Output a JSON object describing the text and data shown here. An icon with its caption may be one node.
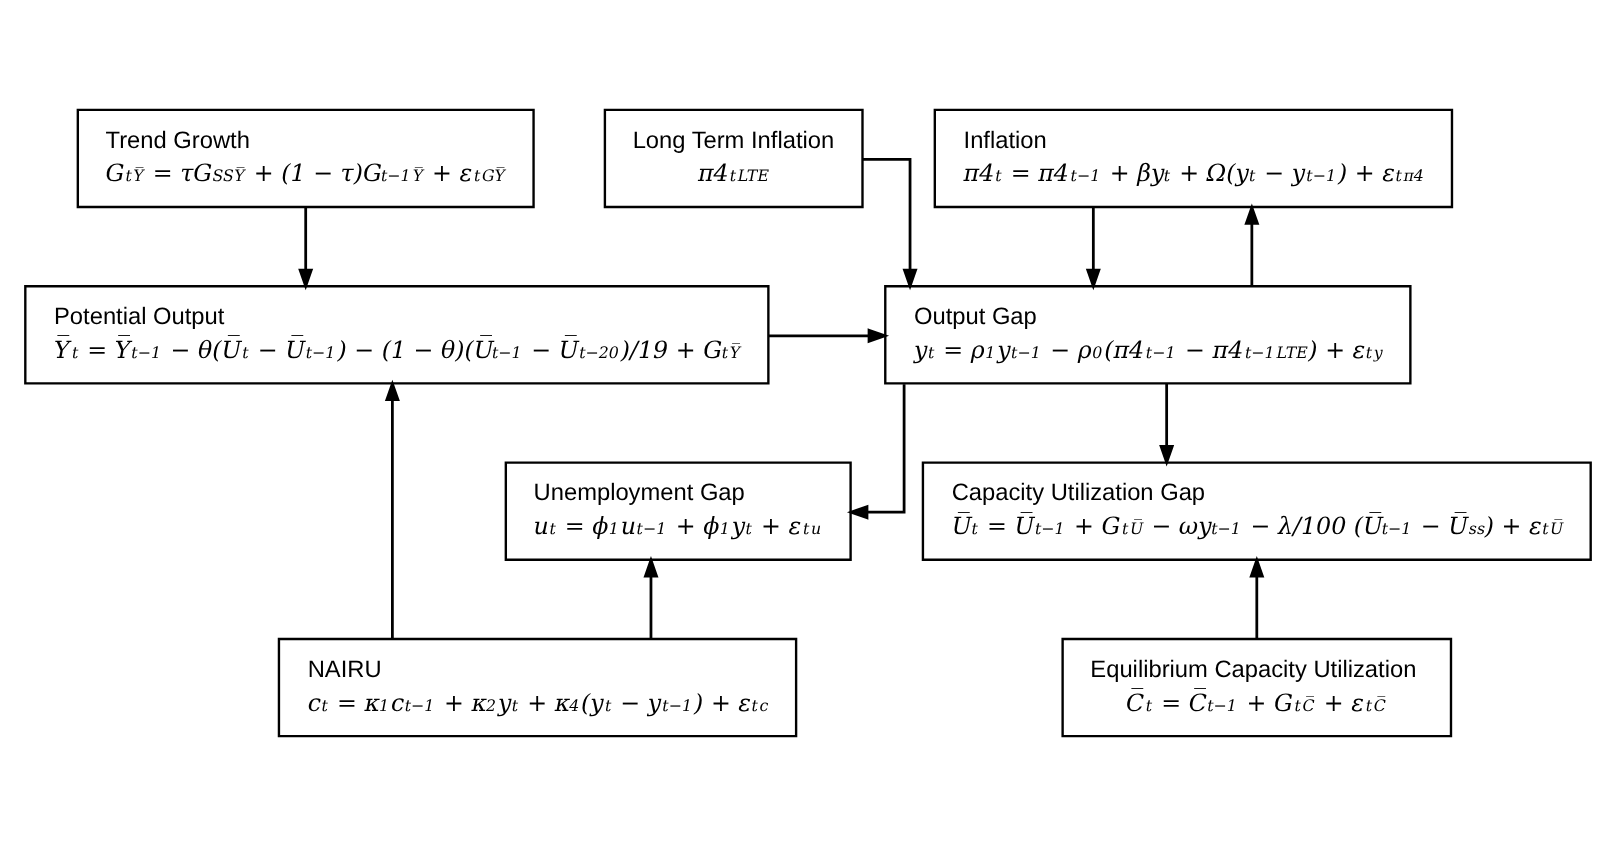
{
  "diagram": {
    "nodes": [
      {
        "text": [
          "Trend Growth",
          "G$_{t}$$^{Y̅}$ = τG$_{SS}$$^{Y̅}$ + (1 − τ)G$_{t−1}$$^{Y̅}$ + ε$_{t}$$^{GY̅}$"
        ]
      },
      {
        "text": [
          "Long Term Inflation",
          "π4$_{t}$$^{LTE}$"
        ]
      },
      {
        "text": [
          "Inflation",
          "π4$_{t}$ = π4$_{t−1}$ + βy$_{t}$ + Ω(y$_{t}$ − y$_{t−1}$) + ε$_{t}$$^{π4}$"
        ]
      },
      {
        "text": [
          "Potential Output",
          "Y̅$_{t}$ = Y̅$_{t−1}$ − θ(U̅$_{t}$ − U̅$_{t−1}$) − (1 − θ)(U̅$_{t−1}$ − U̅$_{t−20}$)/19 + G$_{t}$$^{Y̅}$"
        ]
      },
      {
        "text": [
          "Output Gap",
          "y$_{t}$ = ρ$_{1}$y$_{t−1}$ − ρ$_{0}$(π4$_{t−1}$ − π4$_{t−1}$$^{LTE}$) + ε$_{t}$$^{y}$"
        ]
      },
      {
        "text": [
          "Capacity Utilization Gap",
          "U̅$_{t}$ = U̅$_{t−1}$ + G$_{t}$$^{U̅}$ − ωy$_{t−1}$ − λ/100 (U̅$_{t−1}$ − U̅$^{ss}$) + ε$_{t}$$^{U̅}$"
        ]
      },
      {
        "text": [
          "Unemployment Gap",
          "u$_{t}$ = ϕ$_{1}$u$_{t−1}$ + ϕ$_{1}$y$_{t}$ + ε$_{t}$$^{u}$"
        ]
      },
      {
        "text": [
          "Equilibrium Capacity Utilization",
          "C̅$_{t}$ = C̅$_{t−1}$ + G$_{t}$$^{C̅}$ + ε$_{t}$$^{C̅}$"
        ]
      },
      {
        "text": [
          "NAIRU",
          "c$_{t}$ = κ$_{1}$c$_{t−1}$ + κ$_{2}$y$_{t}$ + κ$_{4}$(y$_{t}$ − y$_{t−1}$) + ε$_{t}$$^{c}$"
        ]
      }
    ],
    "edges": [
      {
        "from": 0,
        "to": 3,
        "arrow": "to"
      },
      {
        "from": 1,
        "to": 4,
        "arrow": "to"
      },
      {
        "from": 2,
        "to": 4,
        "arrow": "to"
      },
      {
        "from": 3,
        "to": 4,
        "arrow": "to"
      },
      {
        "from": 4,
        "to": 2,
        "arrow": "to"
      },
      {
        "from": 4,
        "to": 5,
        "arrow": "to"
      },
      {
        "from": 4,
        "to": 6,
        "arrow": "to"
      },
      {
        "from": 7,
        "to": 5,
        "arrow": "to"
      },
      {
        "from": 8,
        "to": 6,
        "arrow": "to"
      },
      {
        "from": 8,
        "to": 3,
        "arrow": "to"
      }
    ]
  }
}
